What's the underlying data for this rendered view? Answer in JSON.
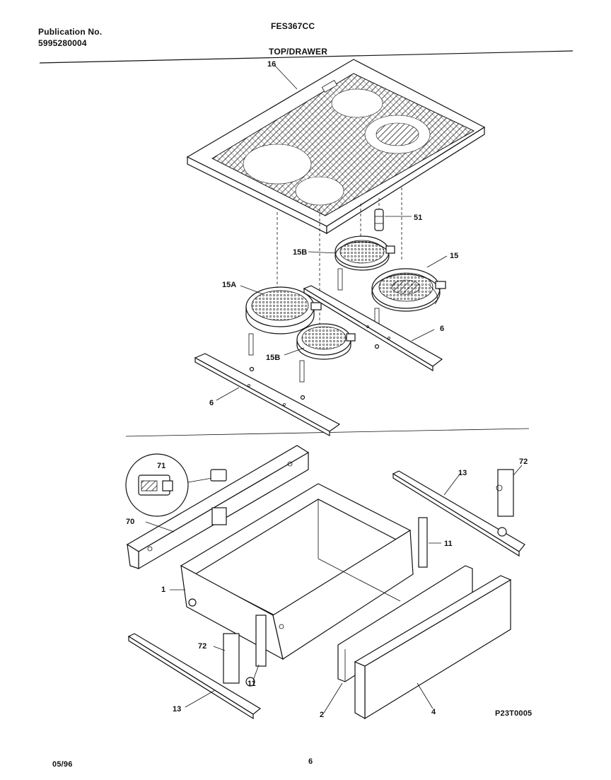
{
  "header": {
    "publication_label": "Publication No.",
    "publication_number": "5995280004",
    "model": "FES367CC",
    "section_title": "TOP/DRAWER"
  },
  "callouts": {
    "c16": "16",
    "c51": "51",
    "c15B_top": "15B",
    "c15": "15",
    "c15A": "15A",
    "c15B_bottom": "15B",
    "c6_right": "6",
    "c6_left": "6",
    "c71": "71",
    "c70": "70",
    "c13_right": "13",
    "c72_right": "72",
    "c11_right": "11",
    "c1": "1",
    "c72_left": "72",
    "c11_left": "11",
    "c13_left": "13",
    "c2": "2",
    "c4": "4"
  },
  "footer": {
    "reference_code": "P23T0005",
    "date": "05/96",
    "page_number": "6"
  }
}
